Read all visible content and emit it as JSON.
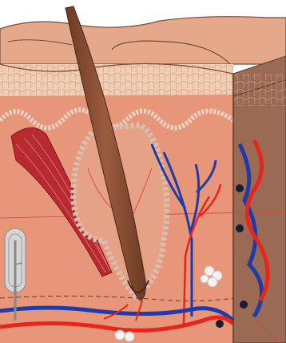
{
  "figure": {
    "structures": [
      {
        "id": "epidermis",
        "icon": "skin-surface-layer"
      },
      {
        "id": "hair-shaft",
        "icon": "hair"
      },
      {
        "id": "sebaceous-gland",
        "icon": "gland-lobules"
      },
      {
        "id": "arrector-pili-muscle",
        "icon": "muscle"
      },
      {
        "id": "dermal-vessels",
        "icon": "blood-vessels"
      },
      {
        "id": "pacinian-corpuscle",
        "icon": "sensory-receptor"
      },
      {
        "id": "fat-cells",
        "icon": "adipose-tissue"
      }
    ],
    "colors": {
      "background": "#ffffff",
      "surface": "#e3a98a",
      "epidermis": "#f1cdb3",
      "dermis": "#e8967a",
      "side_face": "#9a6a55",
      "hair": "#8a4e34",
      "muscle": "#b82a32",
      "artery": "#e8251c",
      "vein": "#1e3ca8",
      "gland": "#d8c0b0"
    }
  }
}
